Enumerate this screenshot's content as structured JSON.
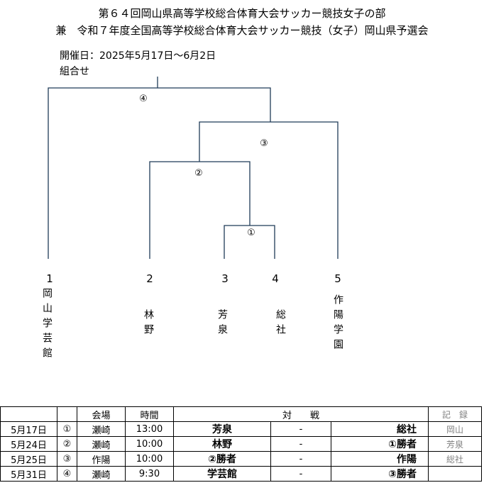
{
  "header": {
    "title_line1": "第６４回岡山県高等学校総合体育大会サッカー競技女子の部",
    "title_line2": "兼　令和７年度全国高等学校総合体育大会サッカー競技（女子）岡山県予選会",
    "dates": "開催日：2025年5月17日～6月2日",
    "section": "組合せ"
  },
  "bracket": {
    "teams": [
      {
        "no": "1",
        "name": "岡山学芸館"
      },
      {
        "no": "2",
        "name": "林野"
      },
      {
        "no": "3",
        "name": "芳泉"
      },
      {
        "no": "4",
        "name": "総社"
      },
      {
        "no": "5",
        "name": "作陽学園"
      }
    ],
    "match_labels": [
      "①",
      "②",
      "③",
      "④"
    ]
  },
  "schedule": {
    "headers": {
      "venue": "会場",
      "time": "時間",
      "match": "対　　戦",
      "record": "記　録"
    },
    "rows": [
      {
        "date": "5月17日",
        "no": "①",
        "venue": "瀬崎",
        "time": "13:00",
        "home": "芳泉",
        "score": "-",
        "away": "総社",
        "record": "岡山"
      },
      {
        "date": "5月24日",
        "no": "②",
        "venue": "瀬崎",
        "time": "10:00",
        "home": "林野",
        "score": "-",
        "away": "①勝者",
        "record": "芳泉"
      },
      {
        "date": "5月25日",
        "no": "③",
        "venue": "作陽",
        "time": "10:00",
        "home": "②勝者",
        "score": "-",
        "away": "作陽",
        "record": "総社"
      },
      {
        "date": "5月31日",
        "no": "④",
        "venue": "瀬崎",
        "time": "9:30",
        "home": "学芸館",
        "score": "-",
        "away": "③勝者",
        "record": ""
      }
    ]
  },
  "colors": {
    "bracket_line": "#1f3b57",
    "record_text": "#808080"
  }
}
